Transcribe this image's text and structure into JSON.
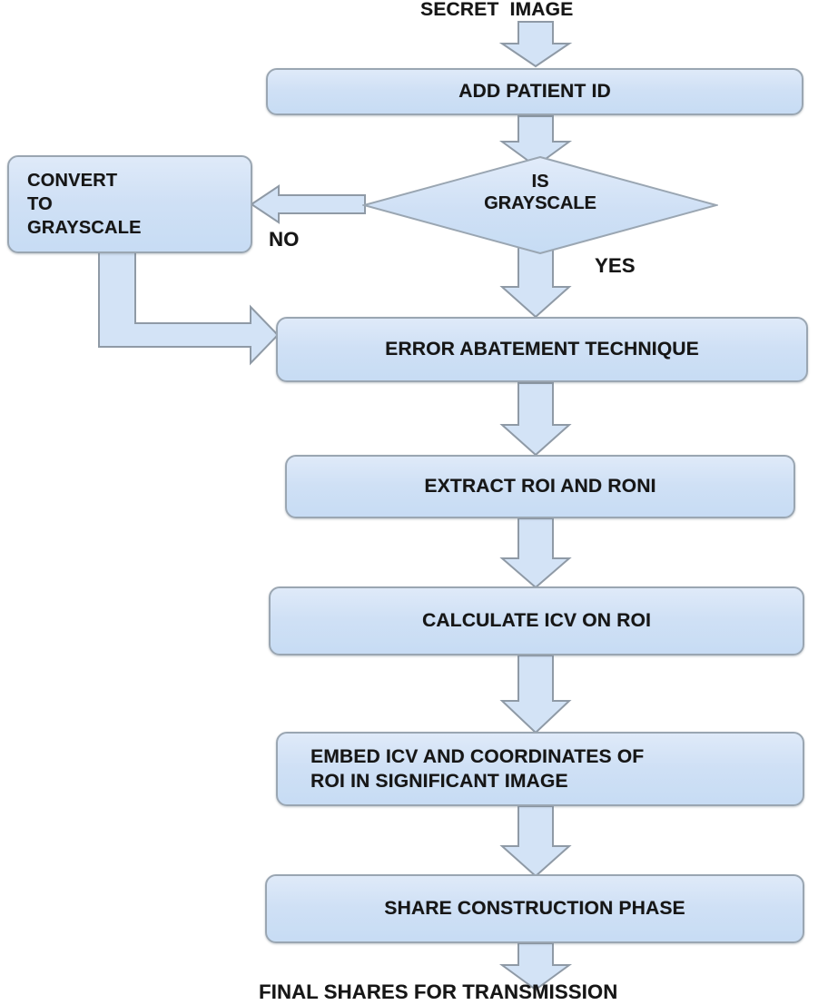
{
  "diagram": {
    "title": "Secret image embedding and share construction flowchart",
    "colors": {
      "node_fill": "#cfe0f5",
      "node_fill_top": "#dfeaf9",
      "node_border": "#9aa6b2",
      "arrow_fill": "#d3e3f6",
      "arrow_border": "#8f9aa6",
      "text": "#161616",
      "background": "#ffffff"
    },
    "start_caption": "SECRET  IMAGE",
    "end_caption": "FINAL SHARES FOR TRANSMISSION",
    "nodes": [
      {
        "id": "add_patient_id",
        "type": "process",
        "label": "ADD PATIENT  ID"
      },
      {
        "id": "is_grayscale",
        "type": "decision",
        "label": "IS\nGRAYSCALE"
      },
      {
        "id": "convert_to_grayscale",
        "type": "process",
        "label": "CONVERT\nTO\nGRAYSCALE"
      },
      {
        "id": "error_abatement",
        "type": "process",
        "label": "ERROR ABATEMENT TECHNIQUE"
      },
      {
        "id": "extract_roi",
        "type": "process",
        "label": "EXTRACT ROI AND RONI"
      },
      {
        "id": "calculate_icv",
        "type": "process",
        "label": "CALCULATE ICV ON ROI"
      },
      {
        "id": "embed_icv",
        "type": "process",
        "label": "EMBED ICV AND COORDINATES OF\nROI  IN SIGNIFICANT IMAGE"
      },
      {
        "id": "share_construction",
        "type": "process",
        "label": "SHARE CONSTRUCTION PHASE"
      }
    ],
    "edge_labels": {
      "no": "NO",
      "yes": "YES"
    }
  }
}
